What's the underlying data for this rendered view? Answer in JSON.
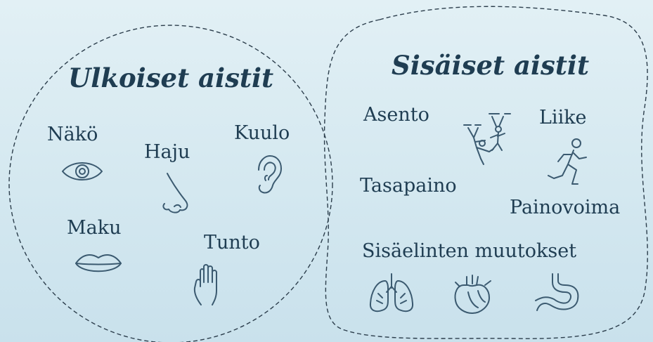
{
  "colors": {
    "background_top": "#e2f0f5",
    "background_bottom": "#c9e1ec",
    "text": "#1f3d52",
    "icon_stroke": "#3b5a70",
    "dashed_outline": "#2c3e4c"
  },
  "external": {
    "title": "Ulkoiset aistit",
    "senses": [
      {
        "label": "Näkö",
        "icon": "eye-icon"
      },
      {
        "label": "Haju",
        "icon": "nose-icon"
      },
      {
        "label": "Kuulo",
        "icon": "ear-icon"
      },
      {
        "label": "Maku",
        "icon": "lips-icon"
      },
      {
        "label": "Tunto",
        "icon": "hand-icon"
      }
    ]
  },
  "internal": {
    "title": "Sisäiset aistit",
    "senses": [
      {
        "label": "Asento",
        "icon": "acrobats-icon"
      },
      {
        "label": "Liike",
        "icon": "running-person-icon"
      },
      {
        "label": "Tasapaino"
      },
      {
        "label": "Painovoima"
      },
      {
        "label": "Sisäelinten muutokset",
        "icons": [
          "lungs-icon",
          "heart-icon",
          "stomach-icon"
        ]
      }
    ]
  }
}
